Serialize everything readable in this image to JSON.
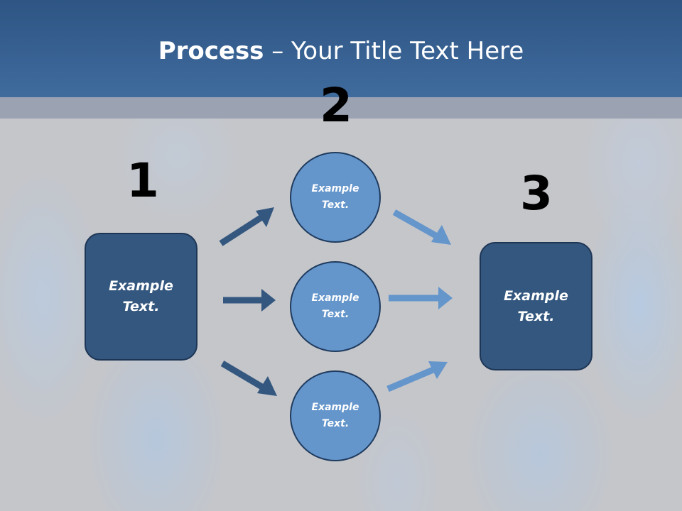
{
  "header": {
    "title_bold": "Process",
    "title_rest": " – Your Title Text Here"
  },
  "steps": {
    "step1_number": "1",
    "step2_number": "2",
    "step3_number": "3"
  },
  "left_box": {
    "label": "Example Text."
  },
  "circles": [
    {
      "label": "Example Text."
    },
    {
      "label": "Example Text."
    },
    {
      "label": "Example Text."
    }
  ],
  "right_box": {
    "label": "Example Text."
  },
  "colors": {
    "header": "#3a6596",
    "box": "#34577f",
    "circle": "#6495cb",
    "arrow_dark": "#34577f",
    "arrow_light": "#6495cb"
  }
}
